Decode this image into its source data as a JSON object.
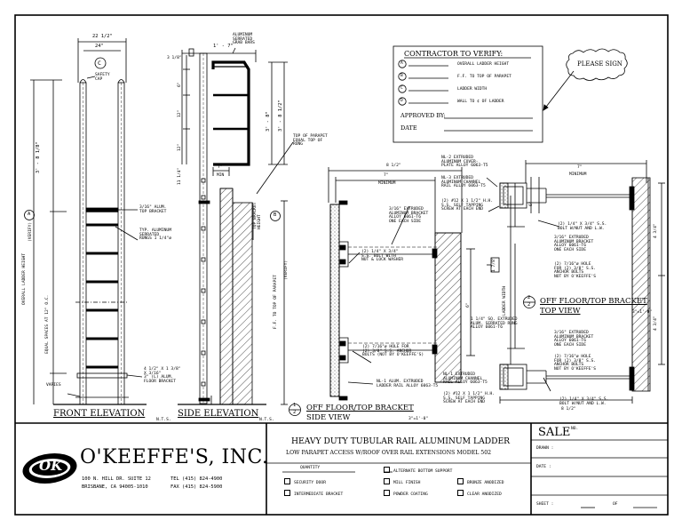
{
  "front": {
    "width_outer": "22 1/2\"",
    "width_inner": "24\"",
    "marker": "C",
    "safety_cap": "SAFETY\nCAP",
    "overall_height_1": "3' - 8 1/8\"",
    "overall_height_label": "OVERALL LADDER HEIGHT",
    "marker_a": "A",
    "verify": "(VERIFY)",
    "equal_spaces": "EQUAL SPACES AT 12\" O.C.",
    "top_bracket": "3/16\" ALUM.\nTOP BRACKET",
    "rungs": "TYP. ALUMINUM\nSERRATED\nRUNGS 1 1/4\"ø",
    "floor_bracket": "4 1/2\" X 1 3/8\"\nX 3/16\"\n3\" (L) ALUM.\nFLOOR BRACKET",
    "varies": "VARIES",
    "title": "FRONT ELEVATION",
    "nts": "N.T.S."
  },
  "side": {
    "width": "1' - 7\"",
    "grab_bars": "ALUMINUM\nSERRATED\nGRAB BARS",
    "dim_3": "3 1/8\"",
    "dim_6": "6\"",
    "dim_12a": "12\"",
    "dim_12b": "12\"",
    "dim_11": "11 1/4\"",
    "dim_3_8": "3' - 8\"",
    "dim_3_8half": "3' - 8 1/2\"",
    "parapet": "TOP OF PARAPET\nEQUAL TOP OF\nRUNG",
    "dim_7": "7\"",
    "dim_min": "MIN",
    "bracket_height": "TOP BRACKET\nHEIGHT",
    "marker_b": "B",
    "ff_parapet": "F.F. TO TOP OF PARAPET",
    "verify": "(VERIFY)",
    "title": "SIDE ELEVATION",
    "nts": "N.T.S."
  },
  "verify_box": {
    "title": "CONTRACTOR TO VERIFY:",
    "items": [
      {
        "key": "A",
        "text": "OVERALL LADDER HEIGHT"
      },
      {
        "key": "B",
        "text": "F.F. TO TOP OF PARAPET"
      },
      {
        "key": "C",
        "text": "LADDER WIDTH"
      },
      {
        "key": "D",
        "text": "WALL TO ¢ OF LADDER"
      }
    ],
    "approved": "APPROVED BY:",
    "date": "DATE"
  },
  "please_sign": "PLEASE SIGN",
  "bracket_side": {
    "dim_8": "8 1/2\"",
    "dim_7": "7\"",
    "dim_min": "MINIMUM",
    "note_bracket": "3/16\" EXTRUDED\nALUMINUM BRACKET\nALLOY 6061-T6\nONE EACH SIDE",
    "note_bolt": "(2) 1/4\" X 3/4\"\nS.S. BOLT WITH\nNUT & LOCK WASHER",
    "note_hole": "(2) 7/16\"ø HOLE FOR\n(2) 3/8\" S.S. ANCHOR\nBOLTS (NOT BY O'KEEFFE'S)",
    "note_rail": "NL-1 ALUM. EXTRUDED\nLADDER RAIL ALLOY 6063-T5",
    "dim_6": "6\"",
    "marker": "1",
    "marker2": "2",
    "title": "OFF FLOOR/TOP BRACKET",
    "subtitle": "SIDE VIEW",
    "scale": "3\"=1'-0\""
  },
  "bracket_top": {
    "note_cover": "NL-2 EXTRUDED\nALUMINUM COVER-\nPLATE ALLOY 6063-T5",
    "note_channel": "NL-3 EXTRUDED\nALUMINUM CHANNEL\nRAIL ALLOY 6063-T5",
    "note_screw": "(2) #12 X 1 1/2\" H.H.\nS.S. SELF TAPPING\nSCREW AT EACH END",
    "note_bolt": "(2) 1/4\" X 3/4\" S.S.\nBOLT W/NUT AND L.W.",
    "note_bracket": "3/16\" EXTRUDED\nALUMINUM BRACKET\nALLOY 6061-T6\nONE EACH SIDE",
    "note_hole": "(2) 7/16\"ø HOLE\nFOR (2) 3/8\" S.S.\nANCHOR BOLTS\nNOT BY O'KEEFFE'S",
    "dim_7": "7\"",
    "dim_min": "MINIMUM",
    "dim_44a": "4 3/4\"",
    "dim_44b": "4 3/4\"",
    "ladder_width": "LADDER WIDTH",
    "dim_6": "6\"",
    "dim_178": "1 7/8\"",
    "rung_note": "1 1/4\" SQ. EXTRUDED\nALUM. SERRATED RUNG\nALLOY 6061-T6",
    "marker": "2",
    "marker2": "2",
    "title": "OFF FLOOR/TOP BRACKET",
    "subtitle": "TOP VIEW",
    "scale": "3\"=1'-0\"",
    "bot_bracket": "3/16\" EXTRUDED\nALUMINUM BRACKET\nALLOY 6061-T6\nONE EACH SIDE",
    "bot_hole": "(2) 7/16\"ø HOLE\nFOR (2) 3/8\" S.S.\nANCHOR BOLTS\nNOT BY O'KEEFFE'S",
    "bot_channel": "NL-1 EXTRUDED\nALUMINUM CHANNEL\nRAIL ALLOY 6063-T5",
    "bot_screw": "(2) #12 X 1 1/2\" H.H.\nS.S. SELF TAPPING\nSCREW AT EACH END",
    "bot_bolt": "(2) 1/4\" X 3/4\" S.S.\nBOLT W/NUT AND L.W.",
    "dim_8": "8 1/2\""
  },
  "titleblock": {
    "logo": "OK",
    "company": "O'KEEFFE'S, INC.",
    "addr1": "100 N. HILL DR. SUITE 12",
    "addr2": "BRISBANE, CA 94005-1010",
    "tel": "TEL (415) 824-4900",
    "fax": "FAX (415) 824-5900",
    "product": "HEAVY DUTY TUBULAR RAIL ALUMINUM LADDER",
    "subproduct": "LOW PARAPET ACCESS W/ROOF OVER RAIL EXTENSIONS MODEL 502",
    "quantity": "QUANTITY",
    "options": [
      "SECURITY DOOR",
      "INTERMEDIATE BRACKET",
      "ALTERNATE BOTTOM SUPPORT",
      "MILL FINISH",
      "POWDER COATING",
      "BRONZE ANODIZED",
      "CLEAR ANODIZED"
    ],
    "sale": "SALE",
    "no": "NO.",
    "drawn": "DRAWN :",
    "date": "DATE :",
    "sheet": "SHEET :",
    "of": "OF"
  }
}
